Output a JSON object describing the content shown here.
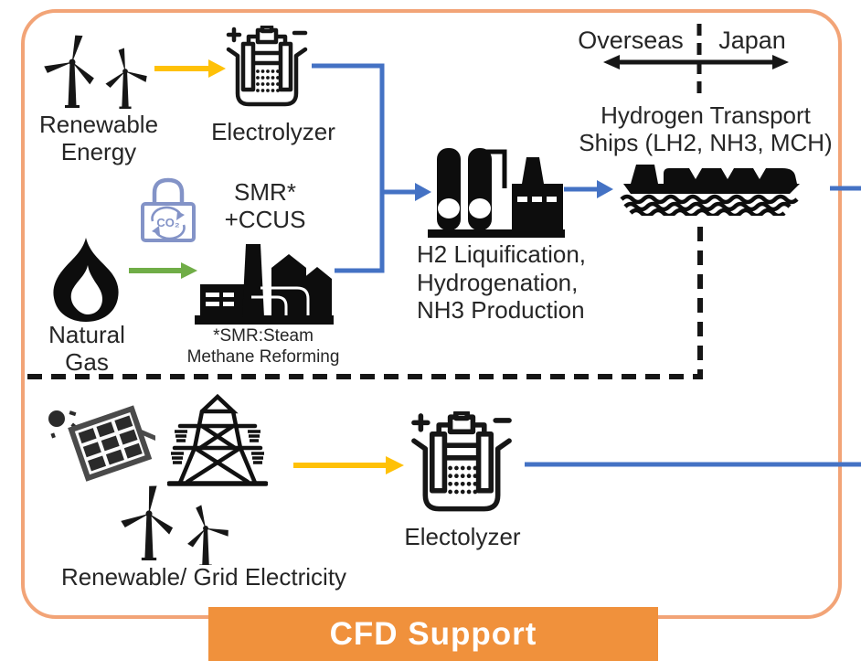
{
  "diagram": {
    "regions": {
      "overseas": "Overseas",
      "japan": "Japan"
    },
    "overseas_chain": {
      "renewable_energy_label": "Renewable\nEnergy",
      "electrolyzer_label": "Electrolyzer",
      "smr_ccus_label": "SMR*\n+CCUS",
      "co2_lock_text": "CO₂",
      "natural_gas_label": "Natural\nGas",
      "smr_footnote": "*SMR:Steam\nMethane Reforming",
      "processing_label": "H2 Liquification,\nHydrogenation,\nNH3 Production",
      "ships_label": "Hydrogen Transport\nShips (LH2, NH3, MCH)"
    },
    "japan_chain": {
      "electricity_label": "Renewable/ Grid Electricity",
      "electrolyzer_label": "Electolyzer"
    },
    "banner": {
      "label": "CFD Support"
    },
    "icons": {
      "wind-turbines-icon": "two three-blade wind turbines",
      "electrolyzer-icon": "electrolysis cell with battery, + and - terminals",
      "co2-lock-icon": "padlock with CO2 recycling symbol",
      "flame-icon": "natural gas flame",
      "smr-factory-icon": "factory silhouette with chimney",
      "chemical-plant-icon": "processing plant with columns",
      "tanker-ship-icon": "hydrogen carrier ship on waves",
      "solar-panel-icon": "tilted solar panel with sun",
      "transmission-tower-icon": "electricity pylon",
      "overseas-japan-arrow-icon": "double-headed arrow"
    },
    "palette": {
      "blue": "#4472C4",
      "yellow": "#FFC107",
      "green": "#70AD47",
      "border_orange": "#F2A477",
      "banner_orange": "#F0913C",
      "lock_blue": "#8393C7",
      "ink": "#161616"
    }
  }
}
